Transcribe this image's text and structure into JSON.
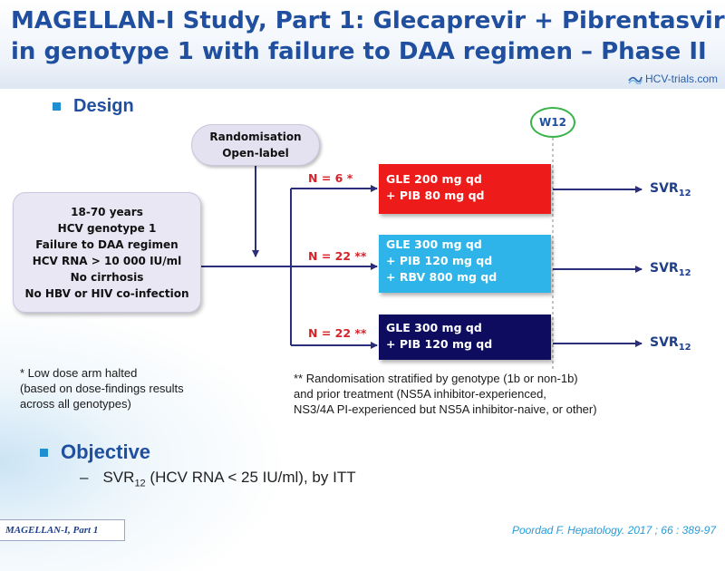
{
  "header": {
    "title_line1": "MAGELLAN-I Study, Part 1: Glecaprevir + Pibrentasvir",
    "title_line2": "in genotype 1 with failure to DAA regimen – Phase II",
    "logo_text": "HCV-trials.com"
  },
  "design": {
    "heading": "Design",
    "criteria": [
      "18-70 years",
      "HCV genotype 1",
      "Failure to DAA regimen",
      "HCV RNA > 10 000 IU/ml",
      "No cirrhosis",
      "No HBV or HIV co-infection"
    ],
    "randomisation": [
      "Randomisation",
      "Open-label"
    ],
    "timepoint": "W12",
    "arms": [
      {
        "n_label": "N = 6 *",
        "regimen": [
          "GLE 200 mg qd",
          "+ PIB 80 mg qd"
        ],
        "color": "#ee1b1b"
      },
      {
        "n_label": "N = 22 **",
        "regimen": [
          "GLE 300 mg qd",
          "+ PIB 120 mg qd",
          "+ RBV 800 mg qd"
        ],
        "color": "#2fb4e9"
      },
      {
        "n_label": "N = 22 **",
        "regimen": [
          "GLE 300 mg qd",
          "+ PIB 120 mg qd"
        ],
        "color": "#0d0c5f"
      }
    ],
    "outcome": {
      "text": "SVR",
      "sub": "12"
    },
    "footnote_left": [
      "* Low dose arm halted",
      "(based on dose-findings results",
      "across all genotypes)"
    ],
    "footnote_right": [
      "** Randomisation stratified by genotype (1b or non-1b)",
      "and prior treatment (NS5A inhibitor-experienced,",
      "NS3/4A PI-experienced but NS5A inhibitor-naive, or other)"
    ]
  },
  "objective": {
    "heading": "Objective",
    "dash": "–",
    "svr_text": "SVR",
    "svr_sub": "12",
    "rest": " (HCV RNA < 25 IU/ml), by ITT"
  },
  "footer": {
    "tag": "MAGELLAN-I,  Part 1",
    "citation": "Poordad F. Hepatology. 2017 ; 66 : 389-97"
  },
  "colors": {
    "title": "#1f4f9e",
    "accent_bullet": "#1e8fd0",
    "n_label": "#d8222a",
    "line": "#2b2e7a",
    "w12_border": "#39b44a"
  }
}
